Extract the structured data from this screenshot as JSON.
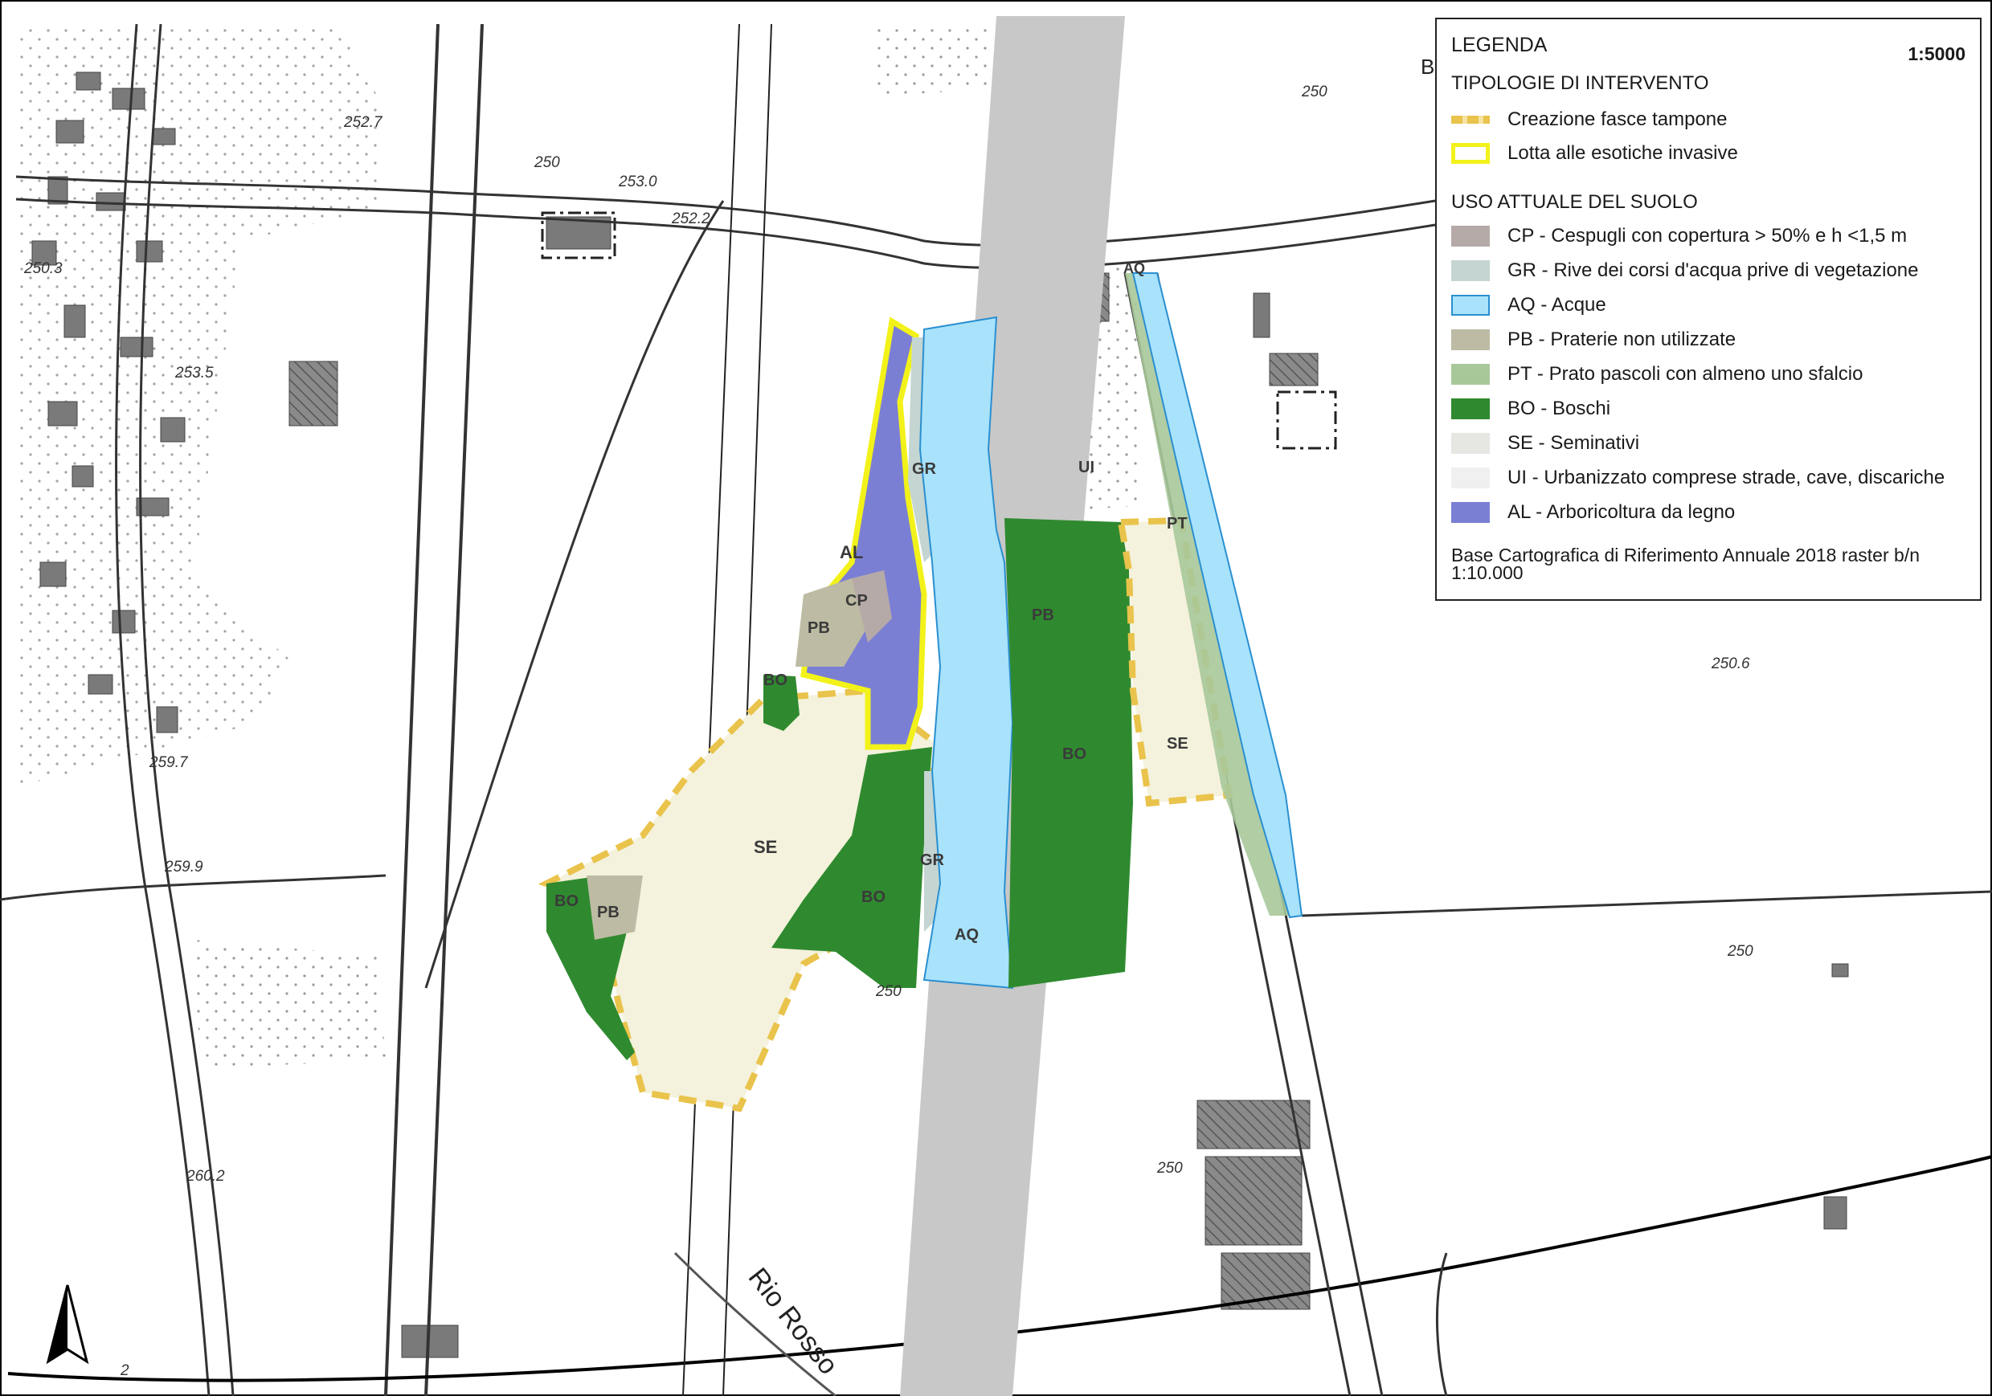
{
  "legend": {
    "title": "LEGENDA",
    "scale": "1:5000",
    "section_intervention": "TIPOLOGIE DI INTERVENTO",
    "intervention_items": [
      {
        "label": "Creazione fasce tampone",
        "color": "#e9c34b"
      },
      {
        "label": "Lotta alle esotiche invasive",
        "color": "#f2f21a"
      }
    ],
    "section_landuse": "USO ATTUALE DEL SUOLO",
    "landuse_items": [
      {
        "label": "CP - Cespugli con copertura > 50% e h <1,5 m",
        "color": "#b6aaa8"
      },
      {
        "label": "GR - Rive dei corsi d'acqua prive di vegetazione",
        "color": "#c4d5d2"
      },
      {
        "label": "AQ - Acque",
        "color": "#a8e2fb"
      },
      {
        "label": "PB - Praterie non utilizzate",
        "color": "#bdbba3"
      },
      {
        "label": "PT - Prato pascoli con almeno uno sfalcio",
        "color": "#a8c89a"
      },
      {
        "label": "BO - Boschi",
        "color": "#2f8a2f"
      },
      {
        "label": "SE - Seminativi",
        "color": "#e6e6e2"
      },
      {
        "label": "UI - Urbanizzato comprese strade, cave, discariche",
        "color": "#f0f0f0"
      },
      {
        "label": "AL - Arboricoltura da legno",
        "color": "#7b7fd4"
      }
    ],
    "footnote": "Base Cartografica di Riferimento Annuale 2018 raster b/n 1:10.000"
  },
  "map": {
    "area_labels": {
      "al": "AL",
      "cp": "CP",
      "pb": "PB",
      "gr": "GR",
      "ui": "UI",
      "pt": "PT",
      "aq": "AQ",
      "bo": "BO",
      "se": "SE"
    },
    "elevations": {
      "e1": "252.7",
      "e2": "250",
      "e3": "253.0",
      "e4": "252.2",
      "e5": "250.3",
      "e6": "253.5",
      "e7": "259.7",
      "e8": "259.9",
      "e9": "260.2",
      "e10": "250.6",
      "e11": "250",
      "e12": "2"
    },
    "river_name": "Rio Rosso",
    "map_letter": "B"
  },
  "colors": {
    "water": "#a8e2fb",
    "woods": "#2f8a2f",
    "crops": "#f4f2dc",
    "arbor": "#7b7fd4",
    "buffer": "#e9c34b",
    "invasive": "#f2f21a",
    "grass": "#bdbba3",
    "meadow": "#a8c89a",
    "riverbank": "#c4d5d2",
    "shrub": "#b6aaa8",
    "river_gray": "#c8c8c8"
  }
}
